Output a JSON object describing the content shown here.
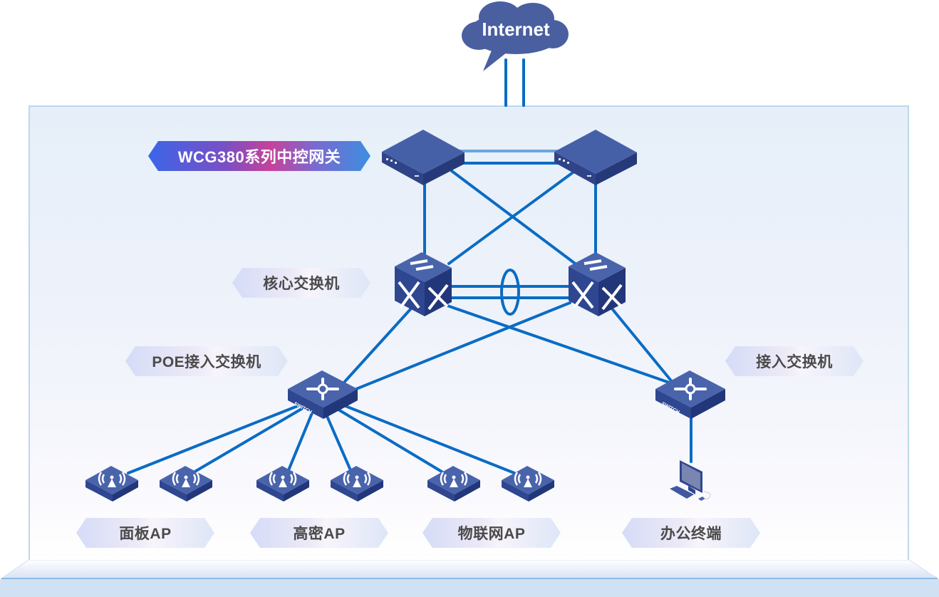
{
  "diagram": {
    "title": "WCG380 network topology",
    "cloud": {
      "label": "Internet",
      "icon": "cloud-icon"
    },
    "labels": {
      "gateway": "WCG380系列中控网关",
      "core_switch": "核心交换机",
      "poe_switch": "POE接入交换机",
      "access_switch": "接入交换机",
      "panel_ap": "面板AP",
      "high_density_ap": "高密AP",
      "iot_ap": "物联网AP",
      "office_terminal": "办公终端"
    },
    "device_text": {
      "switch_brand": "SWITCH"
    },
    "nodes": [
      {
        "id": "internet",
        "type": "cloud"
      },
      {
        "id": "gw1",
        "type": "gateway"
      },
      {
        "id": "gw2",
        "type": "gateway"
      },
      {
        "id": "core1",
        "type": "core-switch"
      },
      {
        "id": "core2",
        "type": "core-switch"
      },
      {
        "id": "poe",
        "type": "access-switch"
      },
      {
        "id": "acc",
        "type": "access-switch"
      },
      {
        "id": "ap1",
        "type": "ap",
        "group": "panel_ap"
      },
      {
        "id": "ap2",
        "type": "ap",
        "group": "panel_ap"
      },
      {
        "id": "ap3",
        "type": "ap",
        "group": "high_density_ap"
      },
      {
        "id": "ap4",
        "type": "ap",
        "group": "high_density_ap"
      },
      {
        "id": "ap5",
        "type": "ap",
        "group": "iot_ap"
      },
      {
        "id": "ap6",
        "type": "ap",
        "group": "iot_ap"
      },
      {
        "id": "pc",
        "type": "pc",
        "group": "office_terminal"
      }
    ],
    "edges": [
      [
        "internet",
        "gw1"
      ],
      [
        "internet",
        "gw2"
      ],
      [
        "gw1",
        "gw2"
      ],
      [
        "gw1",
        "gw2"
      ],
      [
        "gw1",
        "core1"
      ],
      [
        "gw1",
        "core2"
      ],
      [
        "gw2",
        "core1"
      ],
      [
        "gw2",
        "core2"
      ],
      [
        "core1",
        "core2"
      ],
      [
        "core1",
        "core2"
      ],
      [
        "core1",
        "poe"
      ],
      [
        "core2",
        "poe"
      ],
      [
        "core1",
        "acc"
      ],
      [
        "core2",
        "acc"
      ],
      [
        "poe",
        "ap1"
      ],
      [
        "poe",
        "ap2"
      ],
      [
        "poe",
        "ap3"
      ],
      [
        "poe",
        "ap4"
      ],
      [
        "poe",
        "ap5"
      ],
      [
        "poe",
        "ap6"
      ],
      [
        "acc",
        "pc"
      ]
    ],
    "colors": {
      "link": "#0a6cc4",
      "device": "#3f58a0",
      "device_dark": "#2a3e80",
      "cloud": "#4a5fa0"
    }
  }
}
